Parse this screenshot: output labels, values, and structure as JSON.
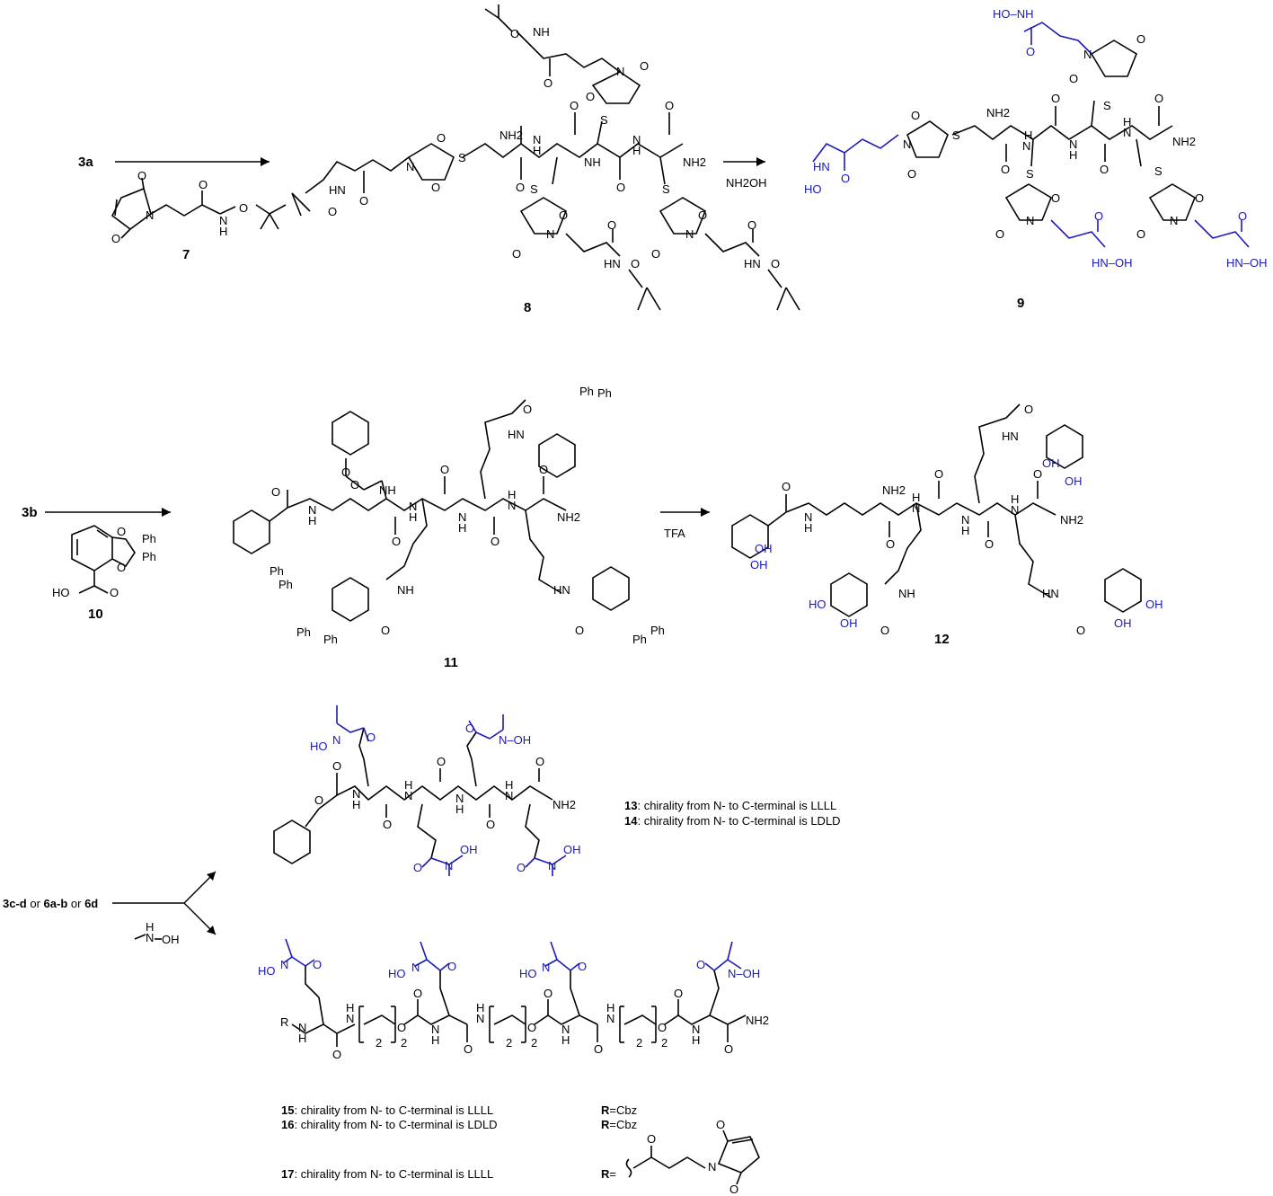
{
  "scheme": {
    "row1": {
      "start": "3a",
      "reagent_cmpd": "7",
      "second_reagent": "NH2OH",
      "product_a": "8",
      "product_b": "9"
    },
    "row2": {
      "start": "3b",
      "reagent_cmpd": "10",
      "second_reagent": "TFA",
      "product_a": "11",
      "product_b": "12",
      "reagent_labels": [
        "HO",
        "Ph",
        "Ph"
      ]
    },
    "row3": {
      "start_bold_a": "3c-d",
      "start_sep_a": " or ",
      "start_bold_b": "6a-b",
      "start_sep_b": " or ",
      "start_bold_c": "6d",
      "reagent_n": "N",
      "reagent_oh": "OH",
      "reagent_h": "H"
    },
    "notes_top": [
      {
        "num": "13",
        "text": ": chirality from N- to C-terminal is LLLL"
      },
      {
        "num": "14",
        "text": ": chirality from N- to C-terminal is LDLD"
      }
    ],
    "notes_bottom": [
      {
        "num": "15",
        "text": ": chirality from N- to C-terminal is LLLL",
        "r_bold": "R",
        "r_text": "=Cbz"
      },
      {
        "num": "16",
        "text": ": chirality from N- to C-terminal is LDLD",
        "r_bold": "R",
        "r_text": "=Cbz"
      },
      {
        "num": "17",
        "text": ": chirality from N- to C-terminal is LLLL",
        "r_bold": "R",
        "r_text": "="
      }
    ],
    "atoms": {
      "nh2": "NH2",
      "nh": "NH",
      "n": "N",
      "o": "O",
      "s": "S",
      "h": "H",
      "oh": "OH",
      "ho": "HO",
      "hn": "HN",
      "hn_oh": "HN–OH",
      "nh_oh": "NH–OH",
      "ho_nh": "HO–NH",
      "ho_n": "HO",
      "n_oh": "N–OH",
      "ph": "Ph",
      "r": "R",
      "sub2": "2",
      "o_tbu": "O"
    }
  },
  "colors": {
    "blue": "#1a1ab5",
    "black": "#000000"
  }
}
